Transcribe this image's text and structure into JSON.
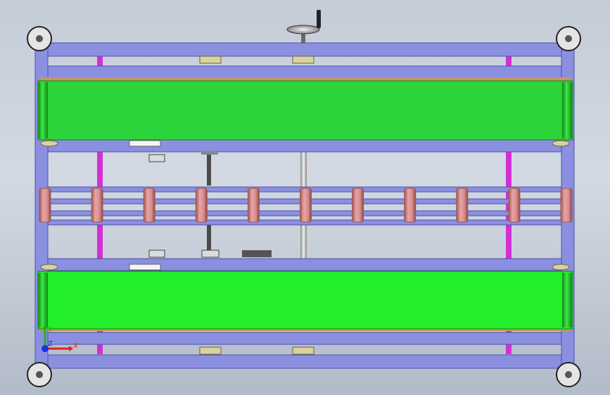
{
  "viewport": {
    "background_top": "#c4ccd8",
    "background_bottom": "#b2bbc8"
  },
  "colors": {
    "frame": "#8b8fe0",
    "frame_dark": "#5e62b8",
    "belt_top": "#2bd43a",
    "belt_bottom": "#22ee2a",
    "belt_end_roller": "#16b41e",
    "roller": "#d98c8c",
    "roller_shade": "#9e5656",
    "shaft_magenta": "#d42fd4",
    "shaft_gray": "#b4b4b4",
    "axis_x": "#e02020",
    "axis_y": "#20b020",
    "axis_z": "#2030e0"
  },
  "axis_triad": {
    "x_label": "X",
    "y_label": "Y",
    "z_label": "Z"
  },
  "counts": {
    "conveyor_rollers": 11
  }
}
